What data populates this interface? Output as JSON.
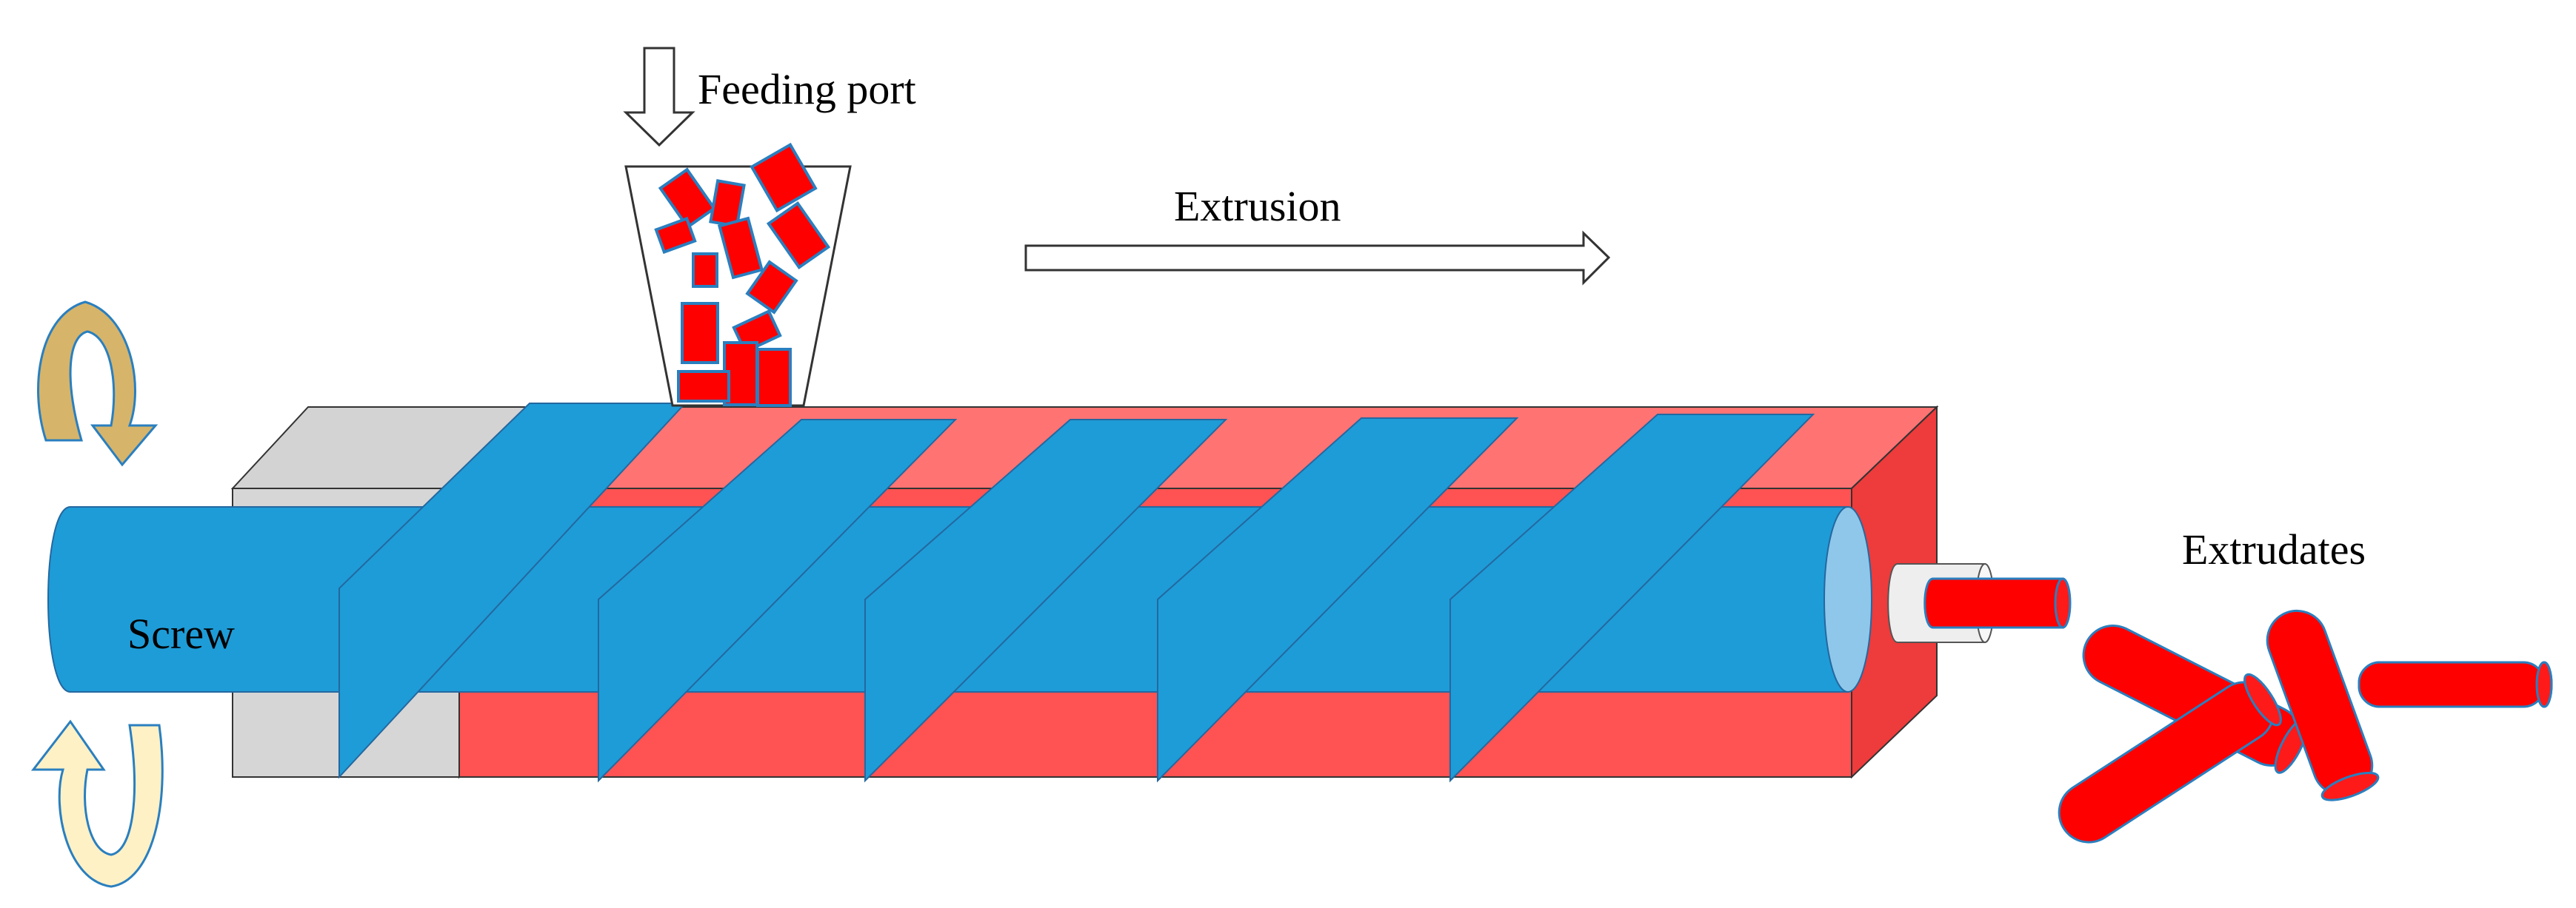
{
  "labels": {
    "feeding_port": "Feeding port",
    "extrusion": "Extrusion",
    "screw": "Screw",
    "extrudates": "Extrudates"
  },
  "colors": {
    "screw_blue": "#1e9cd7",
    "barrel_front_red": "#ff5252",
    "barrel_top_red": "#ff7373",
    "barrel_end_red": "#ee3b3b",
    "pellet_red": "#ff0000",
    "pellet_edge": "#2a7fbf",
    "rotate_top": "#d6b46a",
    "rotate_bottom": "#fff1c6"
  },
  "icons": [
    "arrow-down-icon",
    "arrow-right-icon",
    "rotate-arrow-top-icon",
    "rotate-arrow-bottom-icon"
  ]
}
